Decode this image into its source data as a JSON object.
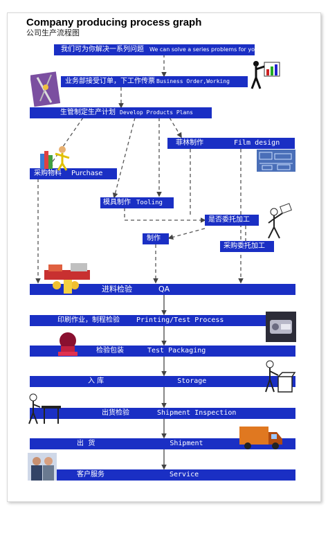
{
  "header": {
    "title": "Company producing process graph",
    "subtitle": "公司生产流程图"
  },
  "steps": {
    "intro": {
      "cn": "我们可为你解决一系列问题",
      "en": "We can solve a series problems for you."
    },
    "order": {
      "cn": "业务部接受订单，下工作传票",
      "en": "Business Order,Working"
    },
    "plan": {
      "cn": "生管制定生产计划",
      "en": "Develop Products Plans"
    },
    "film": {
      "cn": "菲林制作",
      "en": "Film design"
    },
    "purchase": {
      "cn": "采购物料",
      "en": "Purchase"
    },
    "tooling": {
      "cn": "模具制作",
      "en": "Tooling"
    },
    "outsource_q": {
      "cn": "是否委托加工"
    },
    "make": {
      "cn": "制作"
    },
    "outsource": {
      "cn": "采购委托加工"
    },
    "qa": {
      "cn": "进料检验",
      "en": "QA"
    },
    "printing": {
      "cn": "印刷作业，制程检验",
      "en": "Printing/Test Process"
    },
    "packaging": {
      "cn": "检验包装",
      "en": "Test Packaging"
    },
    "storage": {
      "cn": "入 库",
      "en": "Storage"
    },
    "inspection": {
      "cn": "出货检验",
      "en": "Shipment Inspection"
    },
    "shipment": {
      "cn": "出  货",
      "en": "Shipment"
    },
    "service": {
      "cn": "客户服务",
      "en": "Service"
    }
  },
  "colors": {
    "bar": "#1a2fc4",
    "text": "#ffffff",
    "arrow": "#555555"
  }
}
